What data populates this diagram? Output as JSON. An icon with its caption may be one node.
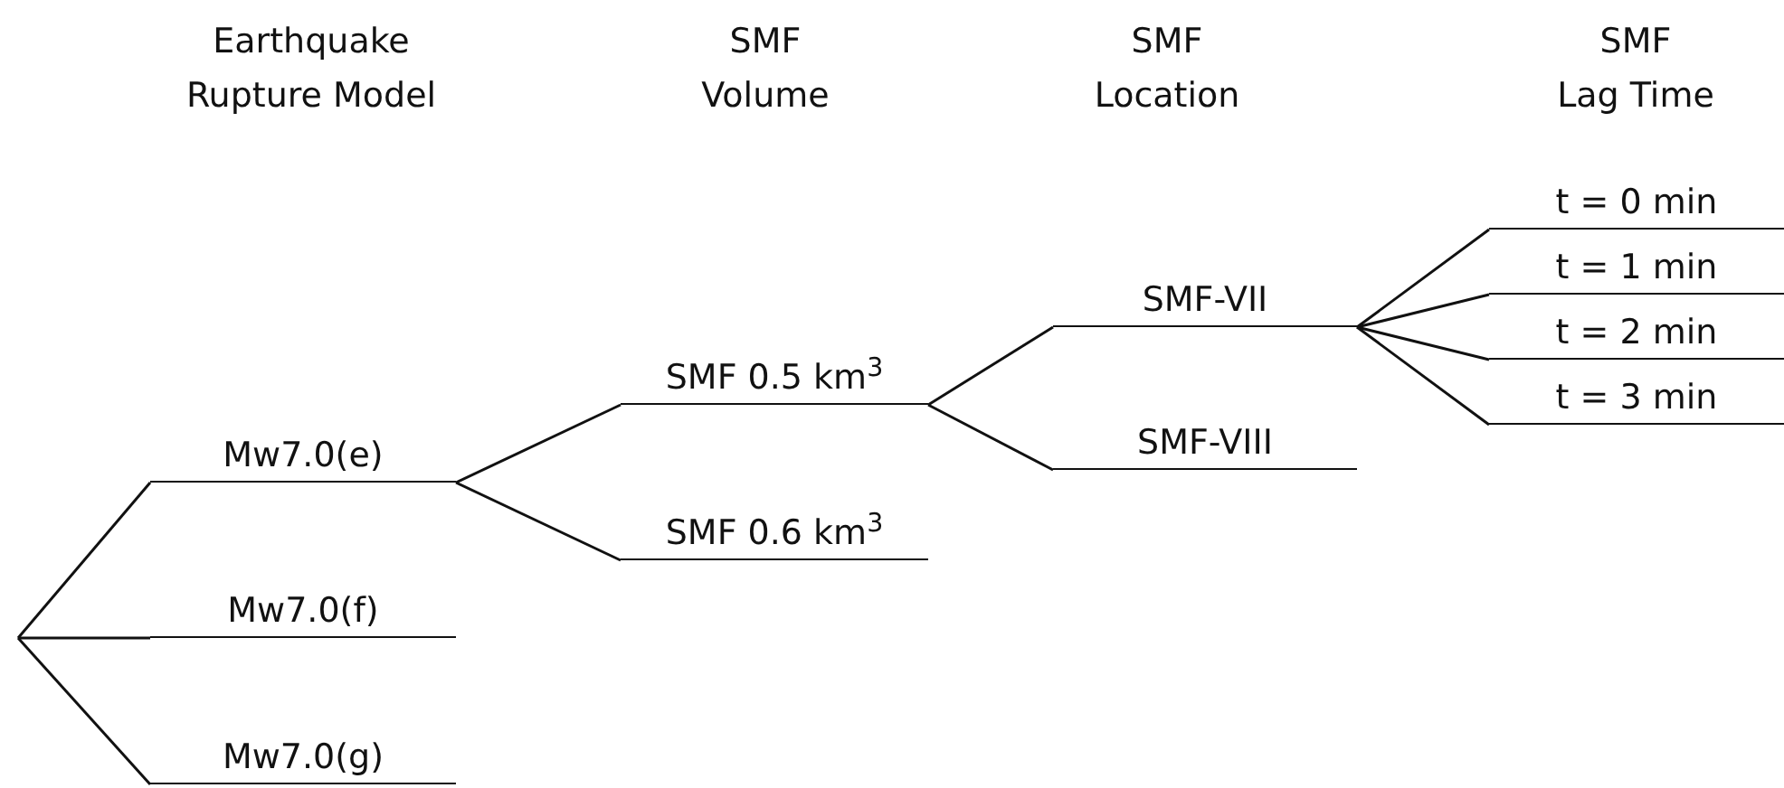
{
  "diagram": {
    "nodes": [
      {
        "text": [
          "Mw7.0(e)"
        ]
      },
      {
        "text": [
          "Mw7.0(f)"
        ]
      },
      {
        "text": [
          "Mw7.0(g)"
        ]
      },
      {
        "text": [
          "SMF 0.5 km$^{3}$"
        ]
      },
      {
        "text": [
          "SMF 0.6 km$^{3}$"
        ]
      },
      {
        "text": [
          "SMF-VII"
        ]
      },
      {
        "text": [
          "SMF-VIII"
        ]
      },
      {
        "text": [
          "t = 0 min"
        ]
      },
      {
        "text": [
          "t = 1 min"
        ]
      },
      {
        "text": [
          "t = 2 min"
        ]
      },
      {
        "text": [
          "t = 3 min"
        ]
      }
    ],
    "edges": [
      {
        "from": null,
        "to": 0,
        "arrow": "none"
      },
      {
        "from": null,
        "to": 1,
        "arrow": "none"
      },
      {
        "from": null,
        "to": 2,
        "arrow": "none"
      },
      {
        "from": 0,
        "to": 3,
        "arrow": "none"
      },
      {
        "from": 0,
        "to": 4,
        "arrow": "none"
      },
      {
        "from": 3,
        "to": 5,
        "arrow": "none"
      },
      {
        "from": 3,
        "to": 6,
        "arrow": "none"
      },
      {
        "from": 5,
        "to": 7,
        "arrow": "none"
      },
      {
        "from": 5,
        "to": 8,
        "arrow": "none"
      },
      {
        "from": 5,
        "to": 9,
        "arrow": "none"
      },
      {
        "from": 5,
        "to": 10,
        "arrow": "none"
      }
    ],
    "labels": [
      "Earthquake Rupture Model",
      "SMF Volume",
      "SMF Location",
      "SMF Lag Time"
    ]
  }
}
